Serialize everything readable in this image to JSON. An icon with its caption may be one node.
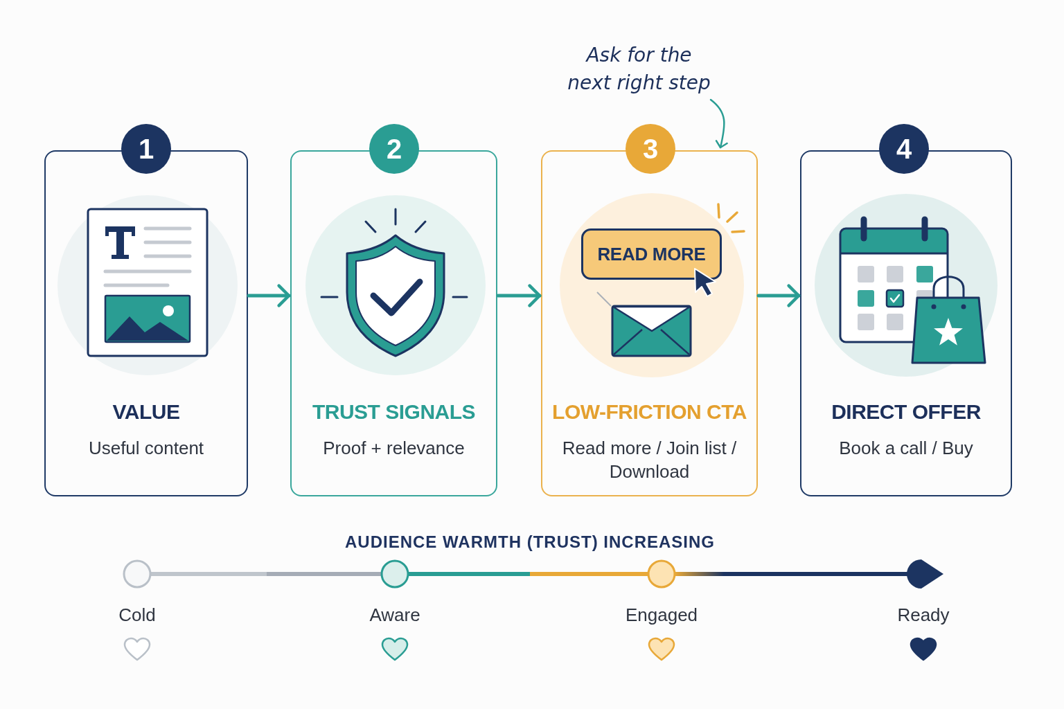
{
  "diagram": {
    "nodes": [
      {
        "text": [
          "Ask for the next right step"
        ]
      },
      {
        "text": [
          "1"
        ]
      },
      {
        "text": [
          "VALUE",
          "Useful content"
        ]
      },
      {
        "text": [
          "2"
        ]
      },
      {
        "text": [
          "TRUST SIGNALS",
          "Proof + relevance"
        ]
      },
      {
        "text": [
          "3"
        ]
      },
      {
        "text": [
          "LOW-FRICTION CTA",
          "Read more / Join list / Download"
        ]
      },
      {
        "text": [
          "READ MORE"
        ],
        "in": 6
      },
      {
        "text": [
          "4"
        ]
      },
      {
        "text": [
          "DIRECT OFFER",
          "Book a call / Buy"
        ]
      }
    ],
    "edges": [
      {
        "from": 0,
        "to": 6,
        "arrow": "to"
      },
      {
        "from": 2,
        "to": 4,
        "arrow": "to"
      },
      {
        "from": 4,
        "to": 6,
        "arrow": "to"
      },
      {
        "from": 6,
        "to": 9,
        "arrow": "to"
      }
    ],
    "labels": [
      "AUDIENCE WARMTH (TRUST) INCREASING",
      "Cold",
      "Aware",
      "Engaged",
      "Ready"
    ]
  }
}
